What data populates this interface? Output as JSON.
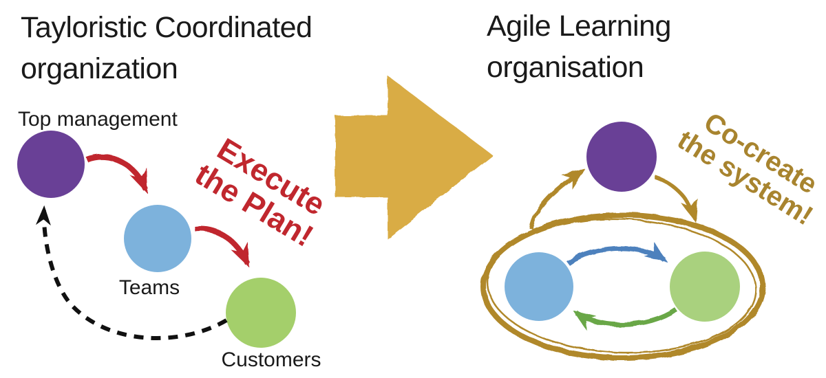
{
  "left": {
    "title_lines": [
      "Tayloristic Coordinated",
      "organization"
    ],
    "nodes": {
      "top": "Top management",
      "mid": "Teams",
      "bottom": "Customers"
    },
    "annotation_lines": [
      "Execute",
      "the Plan!"
    ]
  },
  "right": {
    "title_lines": [
      "Agile Learning",
      "organisation"
    ],
    "annotation_lines": [
      "Co-create",
      "the system!"
    ]
  },
  "icons": {
    "transform_arrow": "large-right-arrow",
    "plan_flow_arrows": "curved-brush-arrows",
    "feedback_arrow": "dashed-curved-arrow-up",
    "cocreate_arrows": "curved-sketch-arrows",
    "system_boundary": "hand-drawn-ellipse"
  },
  "colors": {
    "ink": "#1a1a1a",
    "purple": "#694096",
    "blue": "#7DB2DC",
    "green": "#A4CF6B",
    "green_right": "#A9D17E",
    "red": "#C0272E",
    "gold": "#D9AC45",
    "gold_dark": "#A8842F",
    "gold_stroke": "#B0882C",
    "black": "#111111"
  }
}
